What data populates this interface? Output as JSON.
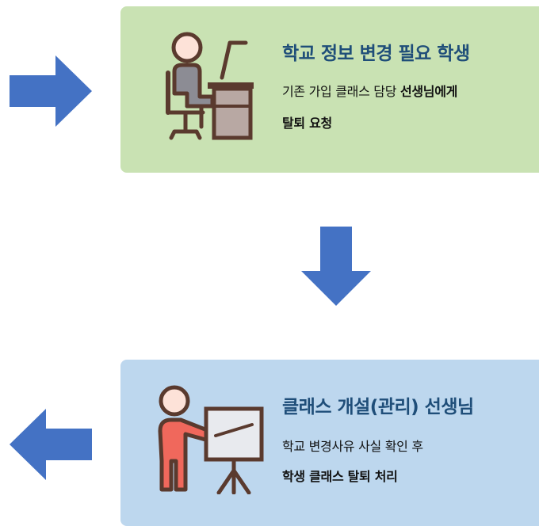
{
  "colors": {
    "card_top_bg": "#c9e2b3",
    "card_bottom_bg": "#bdd7ee",
    "title_color": "#1f4e79",
    "arrow_color": "#4472c4"
  },
  "icons": {
    "card_top": "person-at-desk-icon",
    "card_bottom": "presenter-at-board-icon",
    "arrows": [
      "arrow-right-icon",
      "arrow-down-icon",
      "arrow-left-icon"
    ]
  },
  "card_top": {
    "title": "학교 정보 변경 필요 학생",
    "line1_normal": "기존 가입 클래스 담당 ",
    "line1_bold": "선생님에게",
    "line2_bold": "탈퇴 요청"
  },
  "card_bottom": {
    "title": "클래스 개설(관리) 선생님",
    "line1_normal": "학교 변경사유 사실 확인 후",
    "line2_bold": "학생 클래스 탈퇴 처리"
  }
}
